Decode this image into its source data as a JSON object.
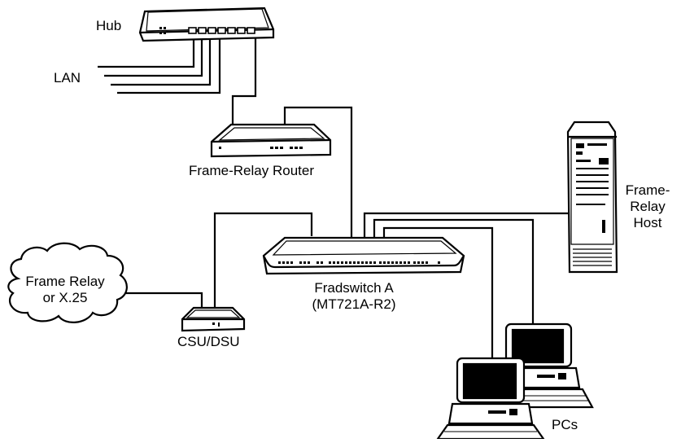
{
  "labels": {
    "hub": "Hub",
    "lan": "LAN",
    "router": "Frame-Relay Router",
    "host_line1": "Frame-",
    "host_line2": "Relay",
    "host_line3": "Host",
    "cloud_line1": "Frame Relay",
    "cloud_line2": "or X.25",
    "fradswitch_line1": "Fradswitch A",
    "fradswitch_line2": "(MT721A-R2)",
    "csu": "CSU/DSU",
    "pcs": "PCs"
  },
  "colors": {
    "line": "#000000",
    "device_fill": "#ffffff",
    "screen_fill": "#000000"
  }
}
